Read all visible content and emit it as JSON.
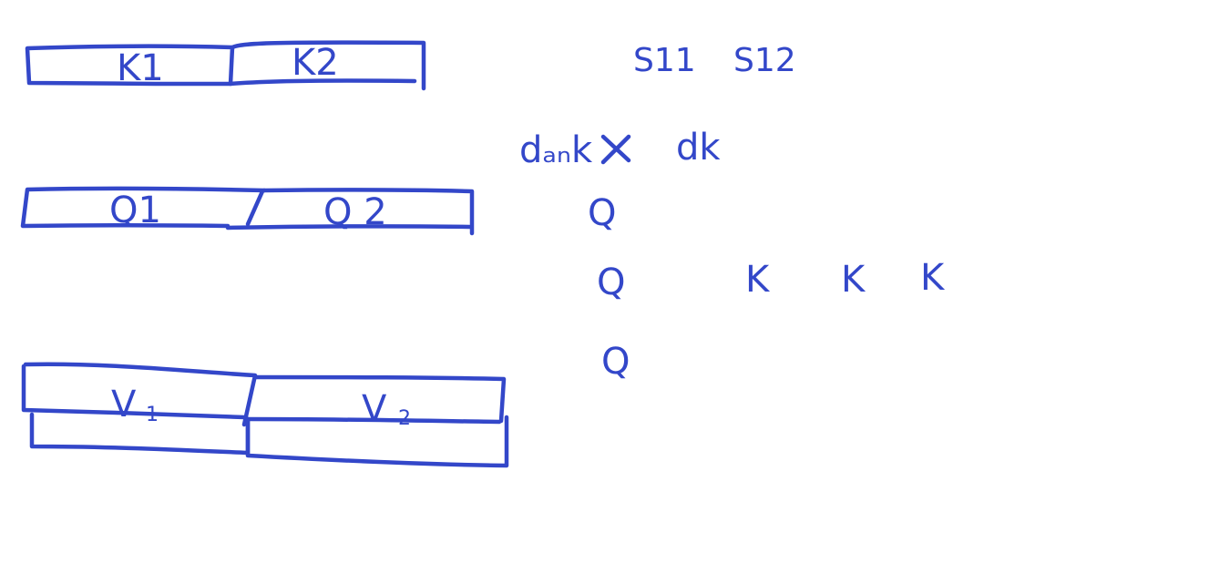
{
  "ink_color": "#3347c9",
  "blocks": {
    "k1": "K1",
    "k2": "K2",
    "q1": "Q1",
    "q2": "Q 2",
    "v1": "V",
    "v1_sub": "1",
    "v2": "V",
    "v2_sub": "2"
  },
  "notes": {
    "s11": "S11",
    "s12": "S12",
    "dmodel": "dₐₙk",
    "dk": "dk",
    "q_row1": "Q",
    "q_row2": "Q",
    "q_row3": "Q",
    "k_a": "K",
    "k_b": "K",
    "k_c": "K"
  }
}
